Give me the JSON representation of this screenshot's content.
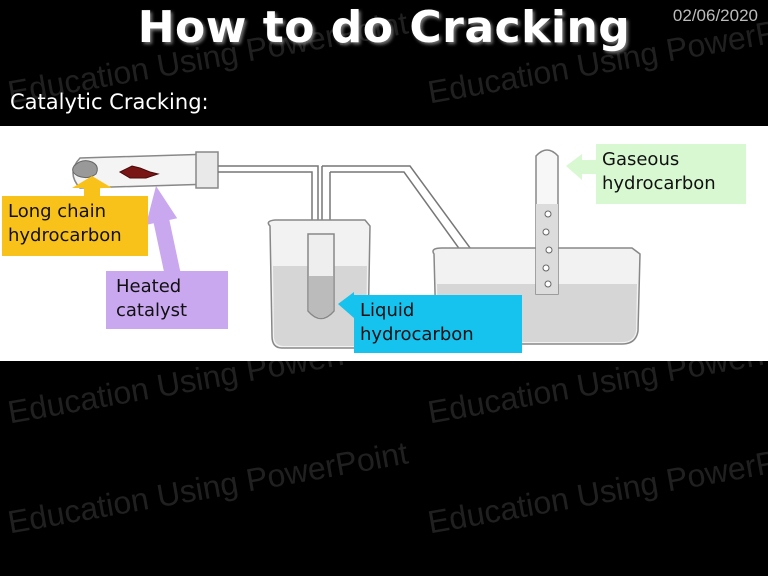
{
  "header": {
    "title": "How to do Cracking",
    "date": "02/06/2020"
  },
  "section": {
    "subtitle": "Catalytic Cracking:"
  },
  "labels": {
    "long_chain": [
      "Long chain",
      "hydrocarbon"
    ],
    "catalyst": [
      "Heated",
      "catalyst"
    ],
    "liquid": [
      "Liquid",
      "hydrocarbon"
    ],
    "gaseous": [
      "Gaseous",
      "hydrocarbon"
    ]
  },
  "watermark": "Education Using PowerPoint",
  "colors": {
    "long_chain_label": "#f9c21b",
    "catalyst_label": "#c9a8f0",
    "liquid_label": "#16c2ee",
    "gaseous_label": "#d8f8d2",
    "catalyst": "#7a1515"
  }
}
